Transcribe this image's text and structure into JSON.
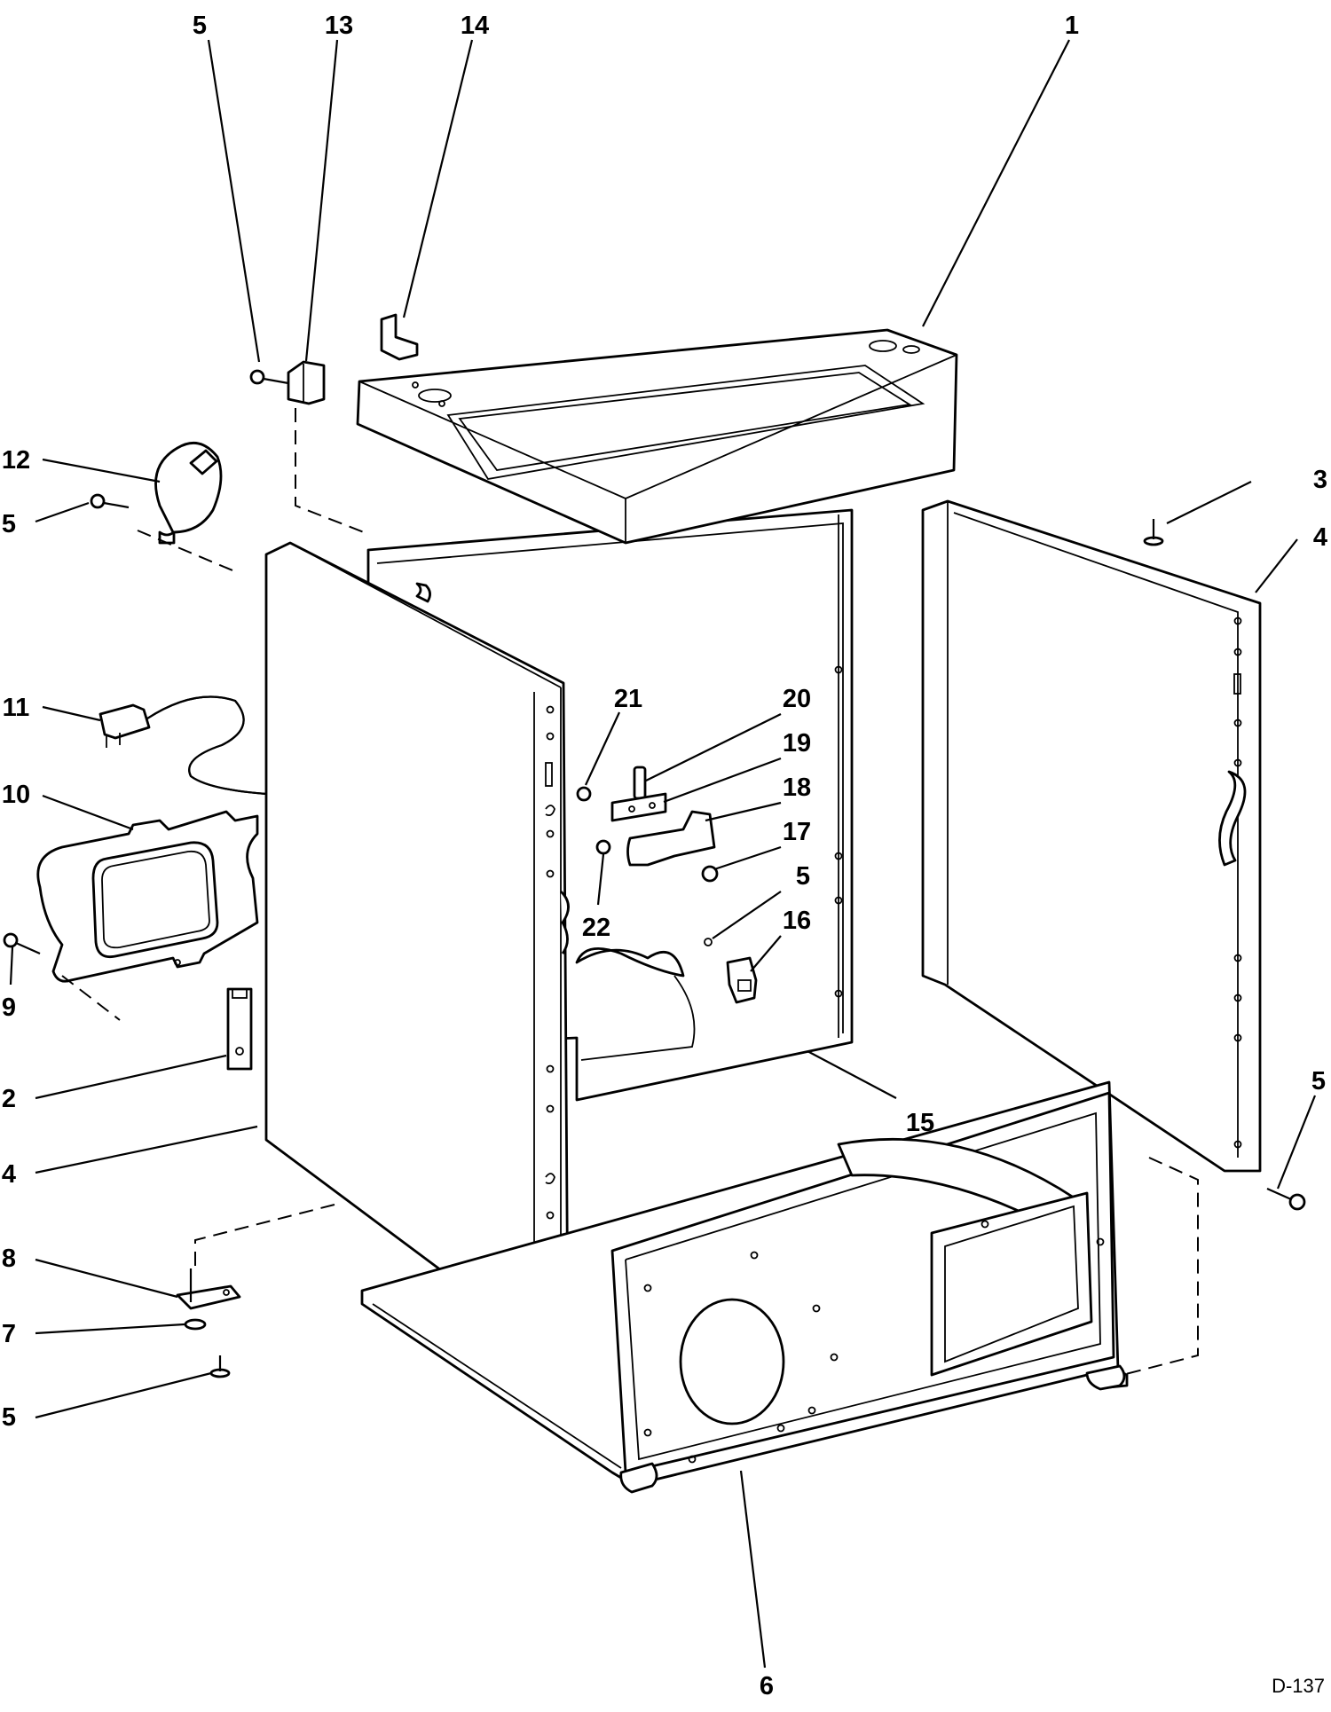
{
  "diagram": {
    "code": "D-137",
    "callouts": [
      {
        "id": "c-5-top",
        "label": "5"
      },
      {
        "id": "c-13",
        "label": "13"
      },
      {
        "id": "c-14",
        "label": "14"
      },
      {
        "id": "c-1",
        "label": "1"
      },
      {
        "id": "c-12",
        "label": "12"
      },
      {
        "id": "c-5-left",
        "label": "5"
      },
      {
        "id": "c-3",
        "label": "3"
      },
      {
        "id": "c-4-right",
        "label": "4"
      },
      {
        "id": "c-11",
        "label": "11"
      },
      {
        "id": "c-10",
        "label": "10"
      },
      {
        "id": "c-21",
        "label": "21"
      },
      {
        "id": "c-20",
        "label": "20"
      },
      {
        "id": "c-19",
        "label": "19"
      },
      {
        "id": "c-18",
        "label": "18"
      },
      {
        "id": "c-17",
        "label": "17"
      },
      {
        "id": "c-5-mid",
        "label": "5"
      },
      {
        "id": "c-16",
        "label": "16"
      },
      {
        "id": "c-22",
        "label": "22"
      },
      {
        "id": "c-9",
        "label": "9"
      },
      {
        "id": "c-2",
        "label": "2"
      },
      {
        "id": "c-15",
        "label": "15"
      },
      {
        "id": "c-5-right",
        "label": "5"
      },
      {
        "id": "c-4-left",
        "label": "4"
      },
      {
        "id": "c-8",
        "label": "8"
      },
      {
        "id": "c-7",
        "label": "7"
      },
      {
        "id": "c-5-bottom",
        "label": "5"
      },
      {
        "id": "c-6",
        "label": "6"
      }
    ]
  }
}
